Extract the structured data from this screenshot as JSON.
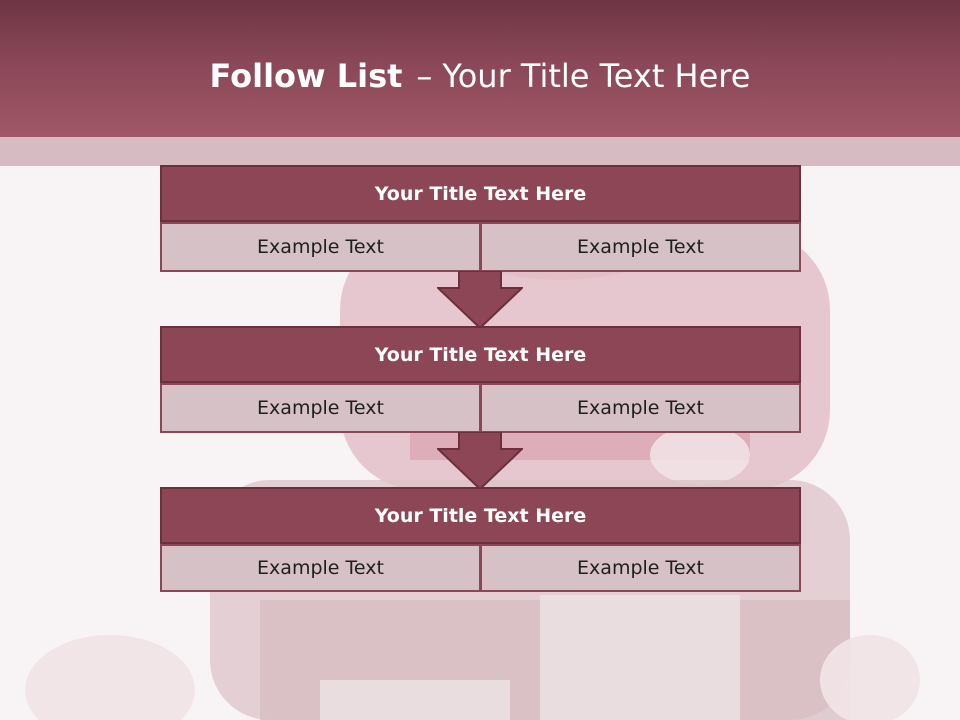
{
  "slide": {
    "title_bold": "Follow List",
    "title_dash": "–",
    "title_rest": "Your Title Text Here"
  },
  "blocks": [
    {
      "title": "Your Title Text Here",
      "left": "Example Text",
      "right": "Example Text"
    },
    {
      "title": "Your Title Text Here",
      "left": "Example Text",
      "right": "Example Text"
    },
    {
      "title": "Your Title Text Here",
      "left": "Example Text",
      "right": "Example Text"
    }
  ],
  "colors": {
    "header": "#8a4757",
    "block_title": "#8d4656",
    "cell": "#d5c1c6",
    "arrow": "#8d4656"
  }
}
